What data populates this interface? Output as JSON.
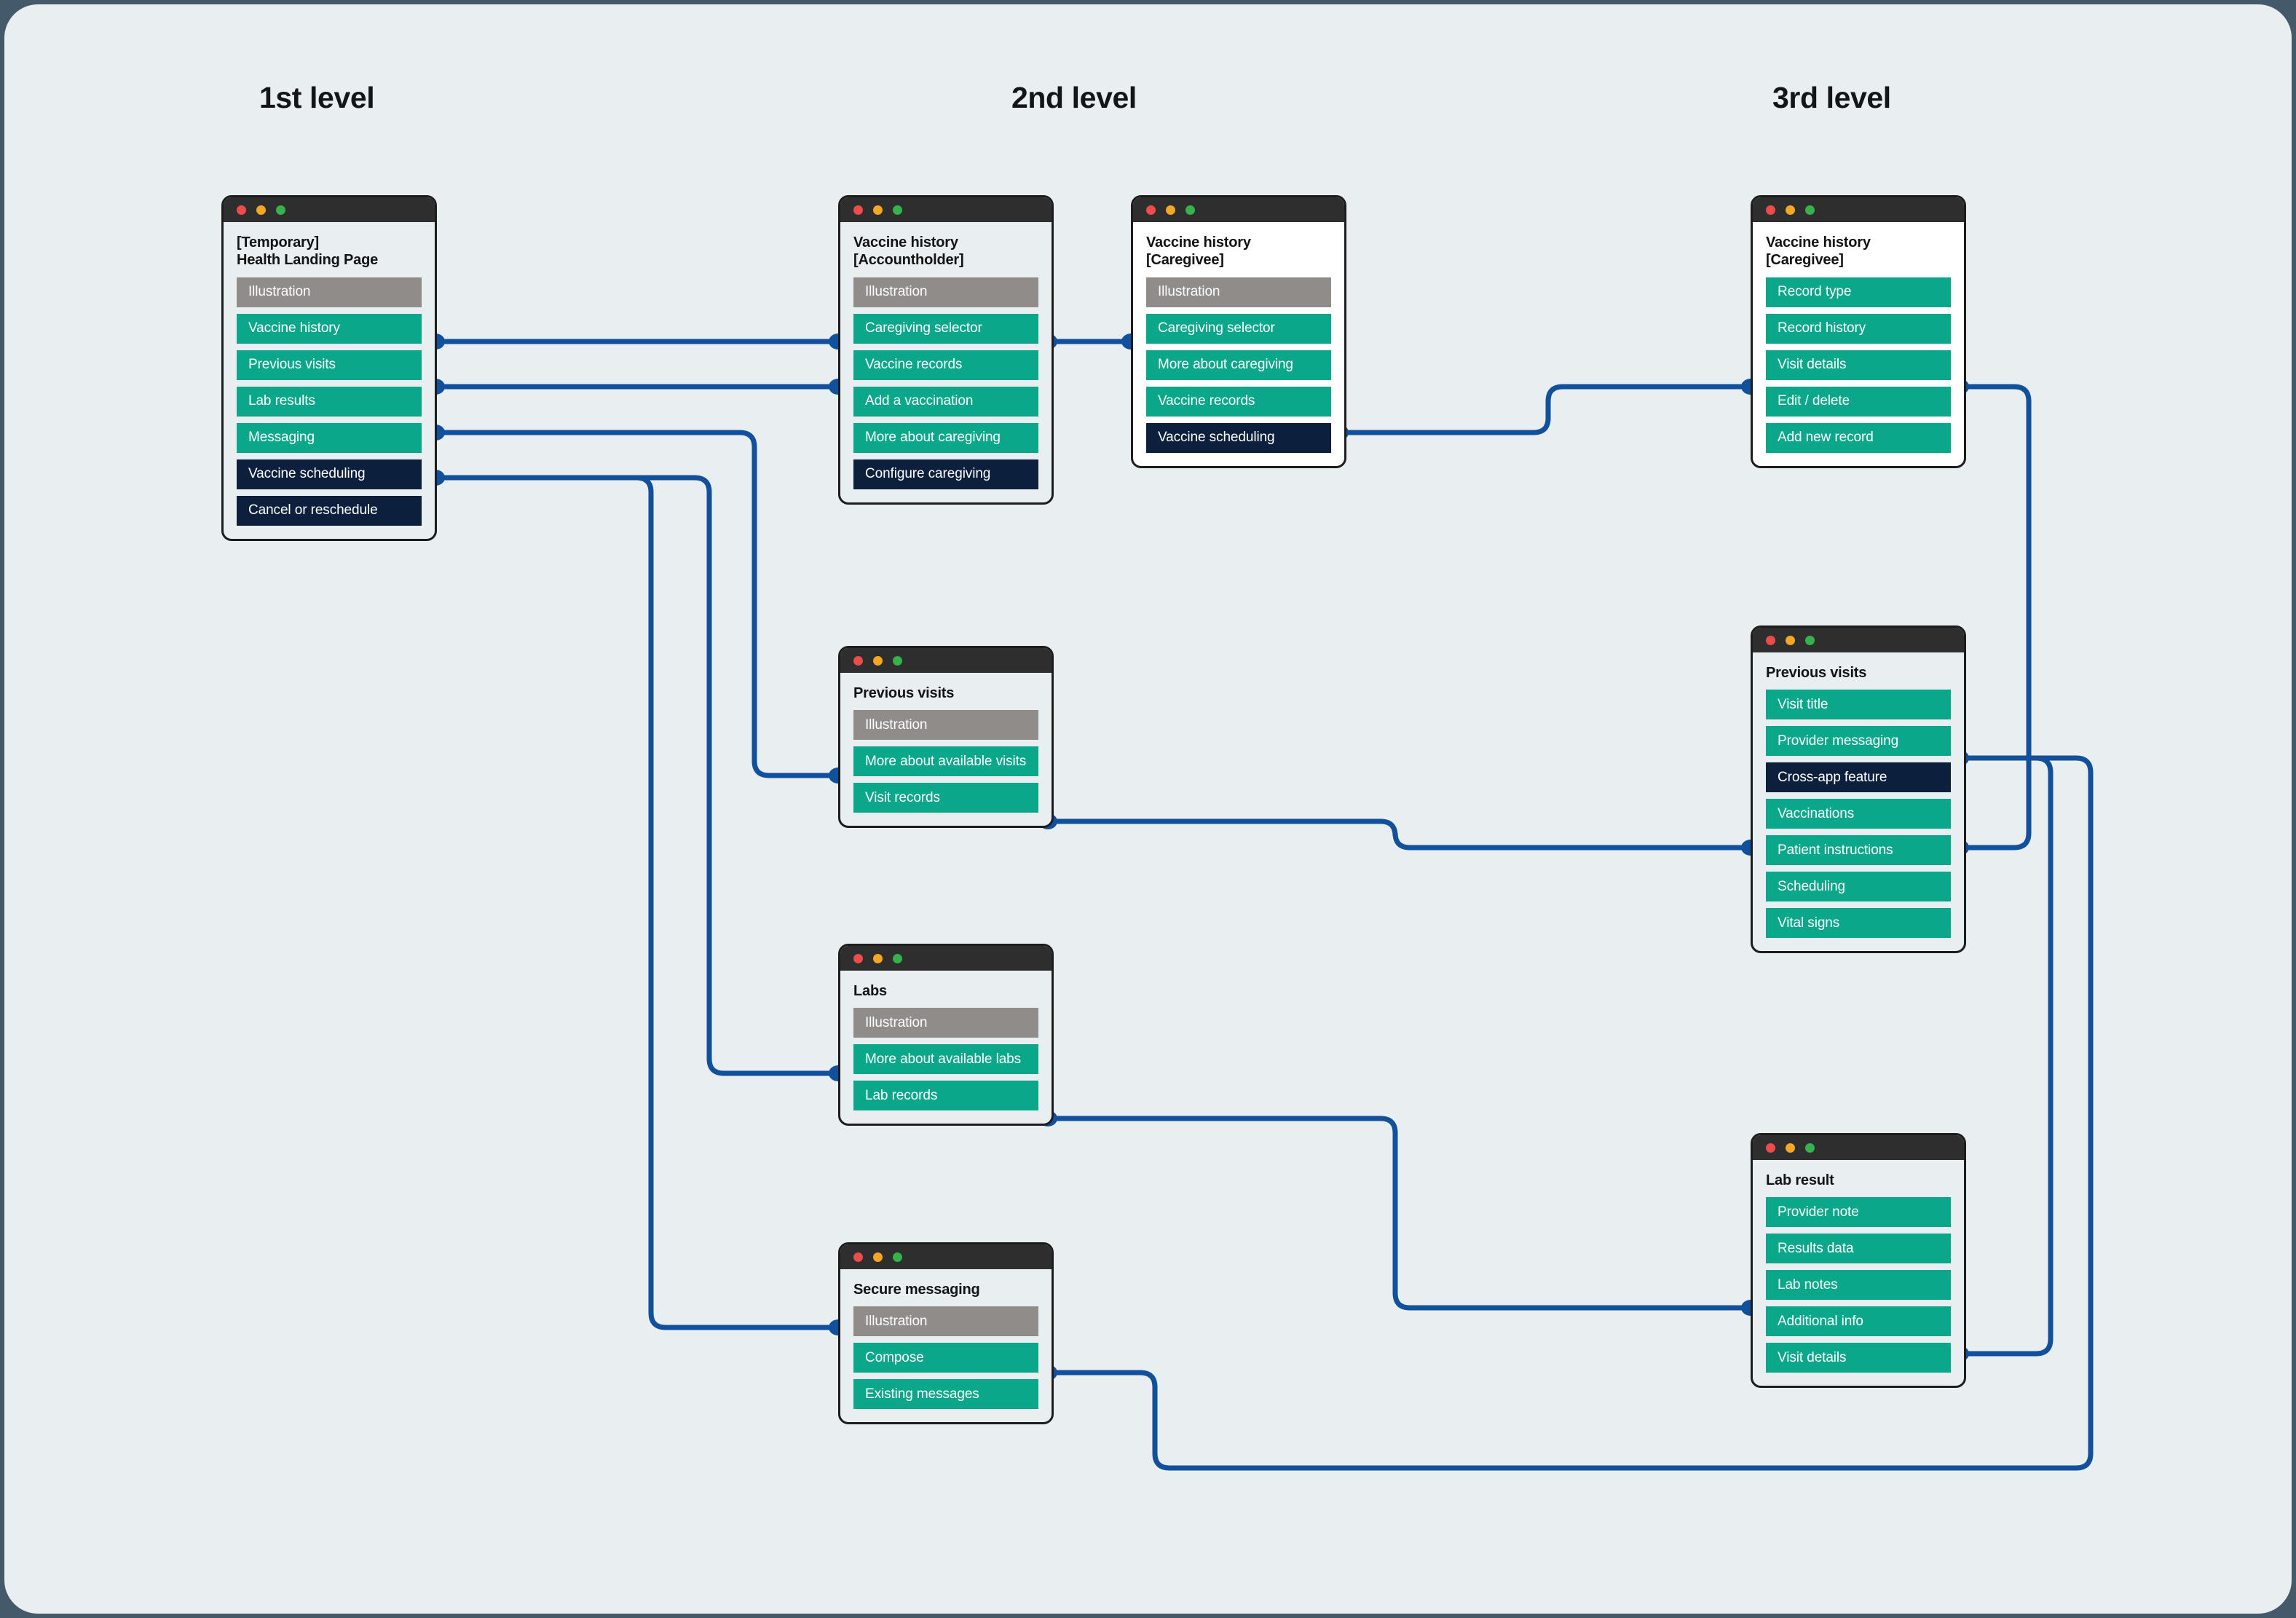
{
  "columns": [
    {
      "label": "1st level"
    },
    {
      "label": "2nd level"
    },
    {
      "label": "3rd level"
    }
  ],
  "colors": {
    "canvas": "#e9eef0",
    "outer": "#44596a",
    "teal": "#0aa78b",
    "navy": "#0c1f3d",
    "gray": "#8f8c8a",
    "connector": "#11509c",
    "titlebar": "#2e2e2e"
  },
  "window_dots": [
    "close-red",
    "minimize-yellow",
    "maximize-green"
  ],
  "cards": {
    "health_landing": {
      "title": "[Temporary]\nHealth Landing Page",
      "rows": [
        {
          "label": "Illustration",
          "style": "gray"
        },
        {
          "label": "Vaccine history",
          "style": "teal"
        },
        {
          "label": "Previous visits",
          "style": "teal"
        },
        {
          "label": "Lab results",
          "style": "teal"
        },
        {
          "label": "Messaging",
          "style": "teal"
        },
        {
          "label": "Vaccine scheduling",
          "style": "navy"
        },
        {
          "label": "Cancel or reschedule",
          "style": "navy"
        }
      ]
    },
    "vaccine_history_accountholder": {
      "title": "Vaccine history\n[Accountholder]",
      "rows": [
        {
          "label": "Illustration",
          "style": "gray"
        },
        {
          "label": "Caregiving selector",
          "style": "teal"
        },
        {
          "label": "Vaccine records",
          "style": "teal"
        },
        {
          "label": "Add a vaccination",
          "style": "teal"
        },
        {
          "label": "More about caregiving",
          "style": "teal"
        },
        {
          "label": "Configure caregiving",
          "style": "navy"
        }
      ]
    },
    "vaccine_history_caregivee": {
      "title": "Vaccine history\n[Caregivee]",
      "rows": [
        {
          "label": "Illustration",
          "style": "gray"
        },
        {
          "label": "Caregiving selector",
          "style": "teal"
        },
        {
          "label": "More about caregiving",
          "style": "teal"
        },
        {
          "label": "Vaccine records",
          "style": "teal"
        },
        {
          "label": "Vaccine scheduling",
          "style": "navy"
        }
      ]
    },
    "vaccine_history_caregivee_detail": {
      "title": "Vaccine history\n[Caregivee]",
      "rows": [
        {
          "label": "Record type",
          "style": "teal"
        },
        {
          "label": "Record history",
          "style": "teal"
        },
        {
          "label": "Visit details",
          "style": "teal"
        },
        {
          "label": "Edit / delete",
          "style": "teal"
        },
        {
          "label": "Add new record",
          "style": "teal"
        }
      ]
    },
    "previous_visits": {
      "title": "Previous visits",
      "rows": [
        {
          "label": "Illustration",
          "style": "gray"
        },
        {
          "label": "More about available visits",
          "style": "teal"
        },
        {
          "label": "Visit records",
          "style": "teal"
        }
      ]
    },
    "previous_visits_detail": {
      "title": "Previous visits",
      "rows": [
        {
          "label": "Visit title",
          "style": "teal"
        },
        {
          "label": "Provider messaging",
          "style": "teal"
        },
        {
          "label": "Cross-app feature",
          "style": "navy"
        },
        {
          "label": "Vaccinations",
          "style": "teal"
        },
        {
          "label": "Patient instructions",
          "style": "teal"
        },
        {
          "label": "Scheduling",
          "style": "teal"
        },
        {
          "label": "Vital signs",
          "style": "teal"
        }
      ]
    },
    "labs": {
      "title": "Labs",
      "rows": [
        {
          "label": "Illustration",
          "style": "gray"
        },
        {
          "label": "More about available labs",
          "style": "teal"
        },
        {
          "label": "Lab records",
          "style": "teal"
        }
      ]
    },
    "lab_result": {
      "title": "Lab result",
      "rows": [
        {
          "label": "Provider note",
          "style": "teal"
        },
        {
          "label": "Results data",
          "style": "teal"
        },
        {
          "label": "Lab notes",
          "style": "teal"
        },
        {
          "label": "Additional info",
          "style": "teal"
        },
        {
          "label": "Visit details",
          "style": "teal"
        }
      ]
    },
    "secure_messaging": {
      "title": "Secure messaging",
      "rows": [
        {
          "label": "Illustration",
          "style": "gray"
        },
        {
          "label": "Compose",
          "style": "teal"
        },
        {
          "label": "Existing messages",
          "style": "teal"
        }
      ]
    }
  },
  "connections": [
    {
      "from": "health_landing.Vaccine history",
      "to": "vaccine_history_accountholder.Caregiving selector"
    },
    {
      "from": "health_landing.Previous visits",
      "to": "vaccine_history_accountholder.Vaccine records"
    },
    {
      "from": "health_landing.Lab results",
      "to": "previous_visits.More about available visits"
    },
    {
      "from": "health_landing.Messaging",
      "to": "labs.More about available labs"
    },
    {
      "from": "health_landing.Messaging",
      "to": "secure_messaging.Illustration"
    },
    {
      "from": "vaccine_history_accountholder.Caregiving selector",
      "to": "vaccine_history_caregivee.Caregiving selector"
    },
    {
      "from": "vaccine_history_caregivee.Vaccine records",
      "to": "vaccine_history_caregivee_detail.Visit details"
    },
    {
      "from": "previous_visits.Visit records",
      "to": "previous_visits_detail.Vaccinations"
    },
    {
      "from": "labs.Lab records",
      "to": "lab_result.Lab notes"
    },
    {
      "from": "secure_messaging.Compose",
      "to": "previous_visits_detail.Provider messaging"
    },
    {
      "from": "vaccine_history_caregivee_detail.Visit details",
      "to": "previous_visits_detail.Vaccinations"
    },
    {
      "from": "previous_visits_detail.Provider messaging",
      "to": "lab_result.Additional info"
    }
  ]
}
